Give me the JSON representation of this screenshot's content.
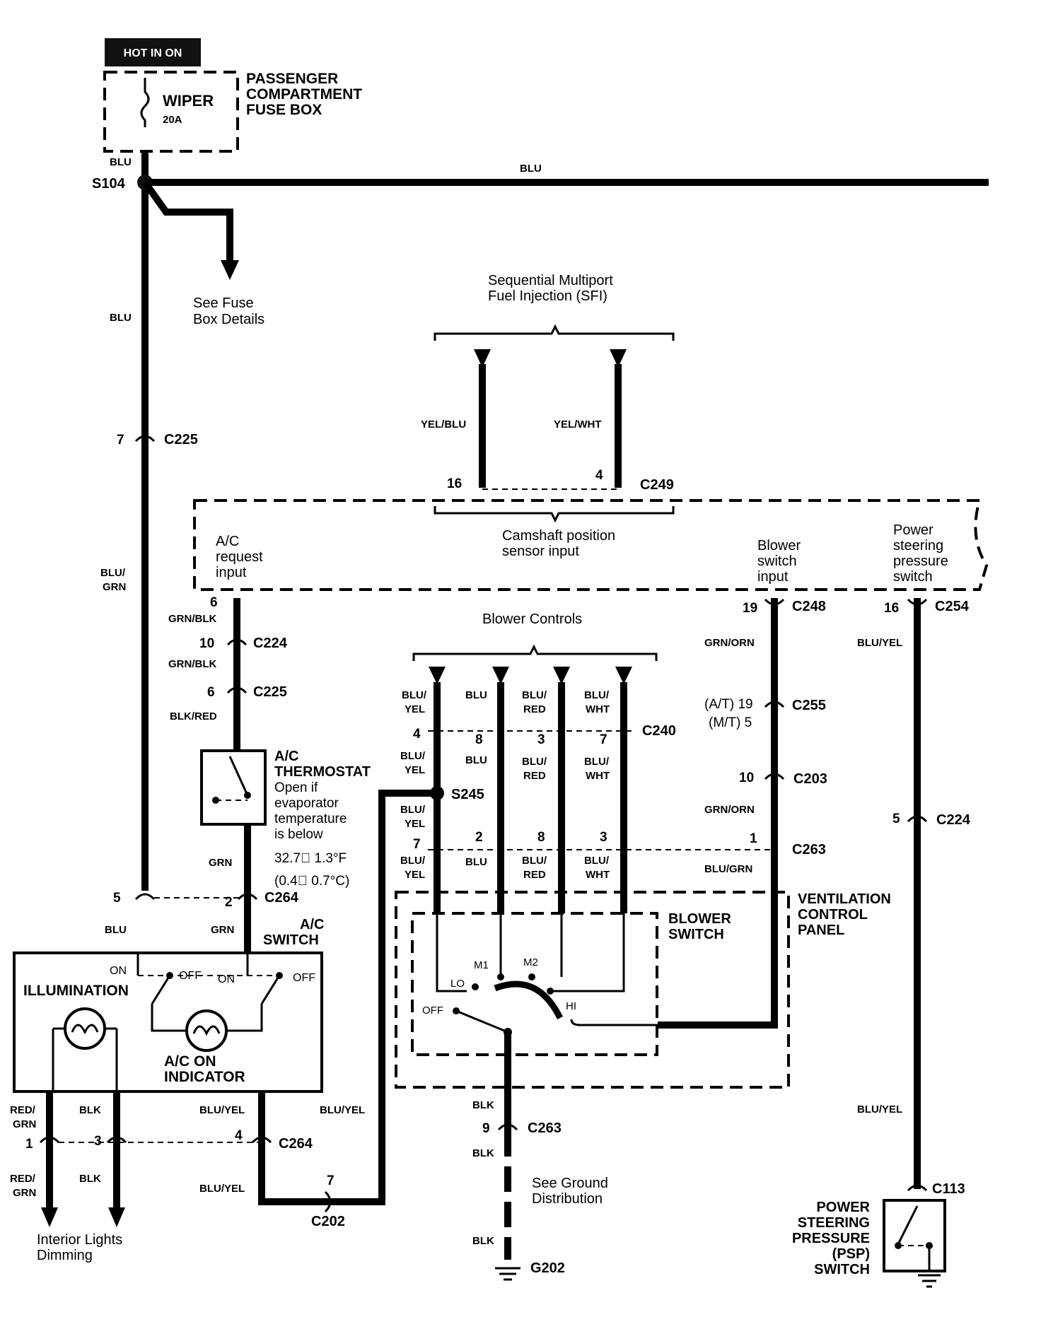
{
  "header": {
    "hot_in_on": "HOT IN ON"
  },
  "fuse_box": {
    "fuse_name": "WIPER",
    "fuse_rating": "20A",
    "label": [
      "PASSENGER",
      "COMPARTMENT",
      "FUSE BOX"
    ]
  },
  "splices": {
    "s104": "S104",
    "s245": "S245"
  },
  "notes": {
    "see_fuse": [
      "See Fuse",
      "Box Details"
    ],
    "see_ground": [
      "See Ground",
      "Distribution"
    ],
    "interior_dimming": [
      "Interior Lights",
      "Dimming"
    ]
  },
  "sfi": {
    "title": [
      "Sequential Multiport",
      "Fuel Injection (SFI)"
    ],
    "camshaft": [
      "Camshaft position",
      "sensor input"
    ],
    "ac_request": [
      "A/C",
      "request",
      "input"
    ],
    "blower_input": [
      "Blower",
      "switch",
      "input"
    ],
    "psp_input": [
      "Power",
      "steering",
      "pressure",
      "switch"
    ]
  },
  "blower_controls": "Blower Controls",
  "thermostat": {
    "title": [
      "A/C",
      "THERMOSTAT"
    ],
    "desc": [
      "Open if",
      "evaporator",
      "temperature",
      "is below",
      "32.7\u0000 1.3°F",
      "(0.4\u0000 0.7°C)"
    ]
  },
  "ac_switch": {
    "title": [
      "A/C",
      "SWITCH"
    ],
    "illumination": "ILLUMINATION",
    "indicator": [
      "A/C ON",
      "INDICATOR"
    ],
    "on1": "ON",
    "off1": "OFF",
    "on2": "ON",
    "off2": "OFF"
  },
  "blower_switch": {
    "title": [
      "BLOWER",
      "SWITCH"
    ],
    "panel": [
      "VENTILATION",
      "CONTROL",
      "PANEL"
    ],
    "lo": "LO",
    "m1": "M1",
    "m2": "M2",
    "hi": "HI",
    "off": "OFF"
  },
  "psp_switch": {
    "title": [
      "POWER",
      "STEERING",
      "PRESSURE",
      "(PSP)",
      "SWITCH"
    ]
  },
  "ground": "G202",
  "connectors": {
    "c225": "C225",
    "c224": "C224",
    "c249": "C249",
    "c248": "C248",
    "c254": "C254",
    "c240": "C240",
    "c255": "C255",
    "c203": "C203",
    "c263": "C263",
    "c264": "C264",
    "c202": "C202",
    "c113": "C113"
  },
  "wires": {
    "blu": "BLU",
    "blu_grn": "BLU/ GRN",
    "grn_blk": "GRN/BLK",
    "blk_red": "BLK/RED",
    "grn": "GRN",
    "yel_blu": "YEL/BLU",
    "yel_wht": "YEL/WHT",
    "grn_orn": "GRN/ORN",
    "blu_yel": "BLU/YEL",
    "blu_yel2": "BLU/ YEL",
    "blu_red": "BLU/ RED",
    "blu_wht": "BLU/ WHT",
    "blu_grn2": "BLU/GRN",
    "blk": "BLK",
    "red_grn": "RED/ GRN"
  },
  "pins": {
    "p7": "7",
    "p6": "6",
    "p10": "10",
    "p16": "16",
    "p4": "4",
    "p19": "19",
    "p5": "5",
    "p2": "2",
    "p8": "8",
    "p3": "3",
    "p1": "1",
    "p9": "9",
    "at19": "(A/T) 19",
    "mt5": "(M/T) 5"
  }
}
